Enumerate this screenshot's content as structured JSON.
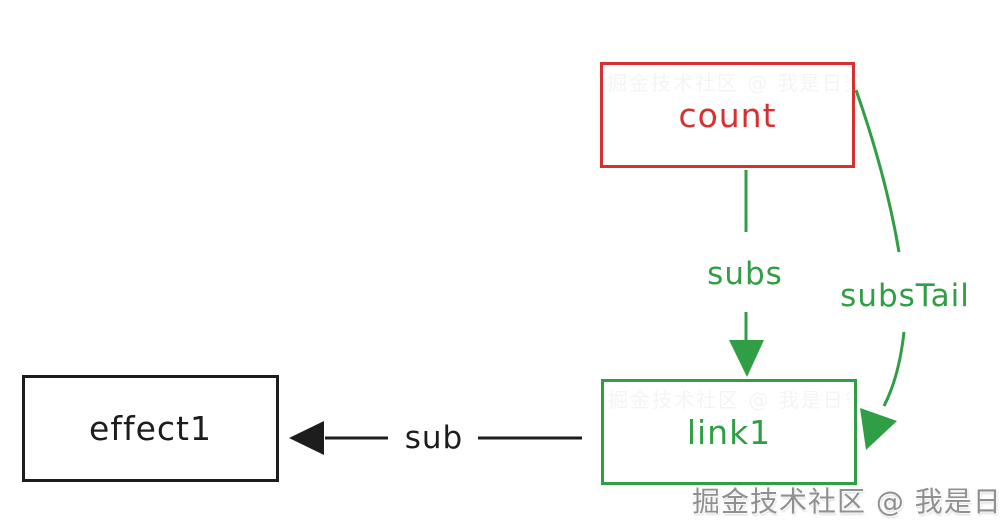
{
  "diagram": {
    "background_color": "#ffffff",
    "colors": {
      "count_red": "#d63030",
      "link_green": "#2f9e44",
      "effect_black": "#1d1d1d",
      "watermark_gray": "#909090"
    },
    "nodes": [
      {
        "id": "count",
        "label": "count",
        "color": "#d63030"
      },
      {
        "id": "link1",
        "label": "link1",
        "color": "#2f9e44"
      },
      {
        "id": "effect1",
        "label": "effect1",
        "color": "#1d1d1d"
      }
    ],
    "edges": [
      {
        "id": "subs",
        "label": "subs",
        "from": "count",
        "to": "link1",
        "color": "#2f9e44",
        "style": "straight-down"
      },
      {
        "id": "subsTail",
        "label": "subsTail",
        "from": "count",
        "to": "link1",
        "color": "#2f9e44",
        "style": "curved-right"
      },
      {
        "id": "sub",
        "label": "sub",
        "from": "link1",
        "to": "effect1",
        "color": "#1d1d1d",
        "style": "straight-left"
      }
    ],
    "watermark": "掘金技术社区 @ 我是日安"
  }
}
